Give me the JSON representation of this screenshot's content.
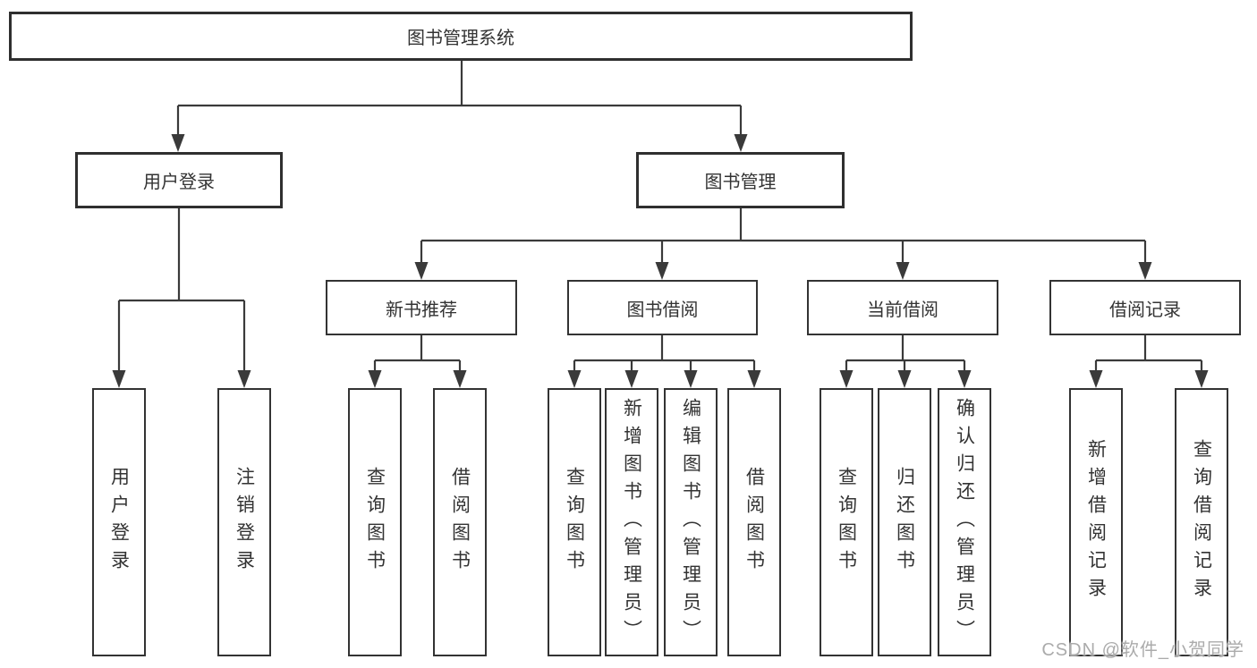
{
  "tree": {
    "root": "图书管理系统",
    "children": [
      {
        "label": "用户登录",
        "children": [
          {
            "label": "用户登录"
          },
          {
            "label": "注销登录"
          }
        ]
      },
      {
        "label": "图书管理",
        "children": [
          {
            "label": "新书推荐",
            "children": [
              {
                "label": "查询图书"
              },
              {
                "label": "借阅图书"
              }
            ]
          },
          {
            "label": "图书借阅",
            "children": [
              {
                "label": "查询图书"
              },
              {
                "label": "新增图书（管理员）"
              },
              {
                "label": "编辑图书（管理员）"
              },
              {
                "label": "借阅图书"
              }
            ]
          },
          {
            "label": "当前借阅",
            "children": [
              {
                "label": "查询图书"
              },
              {
                "label": "归还图书"
              },
              {
                "label": "确认归还（管理员）"
              }
            ]
          },
          {
            "label": "借阅记录",
            "children": [
              {
                "label": "新增借阅记录"
              },
              {
                "label": "查询借阅记录"
              }
            ]
          }
        ]
      }
    ]
  },
  "watermark": "CSDN @软件_小贺同学",
  "colors": {
    "line": "#3a3a3a",
    "box_border": "#2f2f2f",
    "text": "#333333",
    "background": "#ffffff",
    "watermark": "#ababab"
  }
}
